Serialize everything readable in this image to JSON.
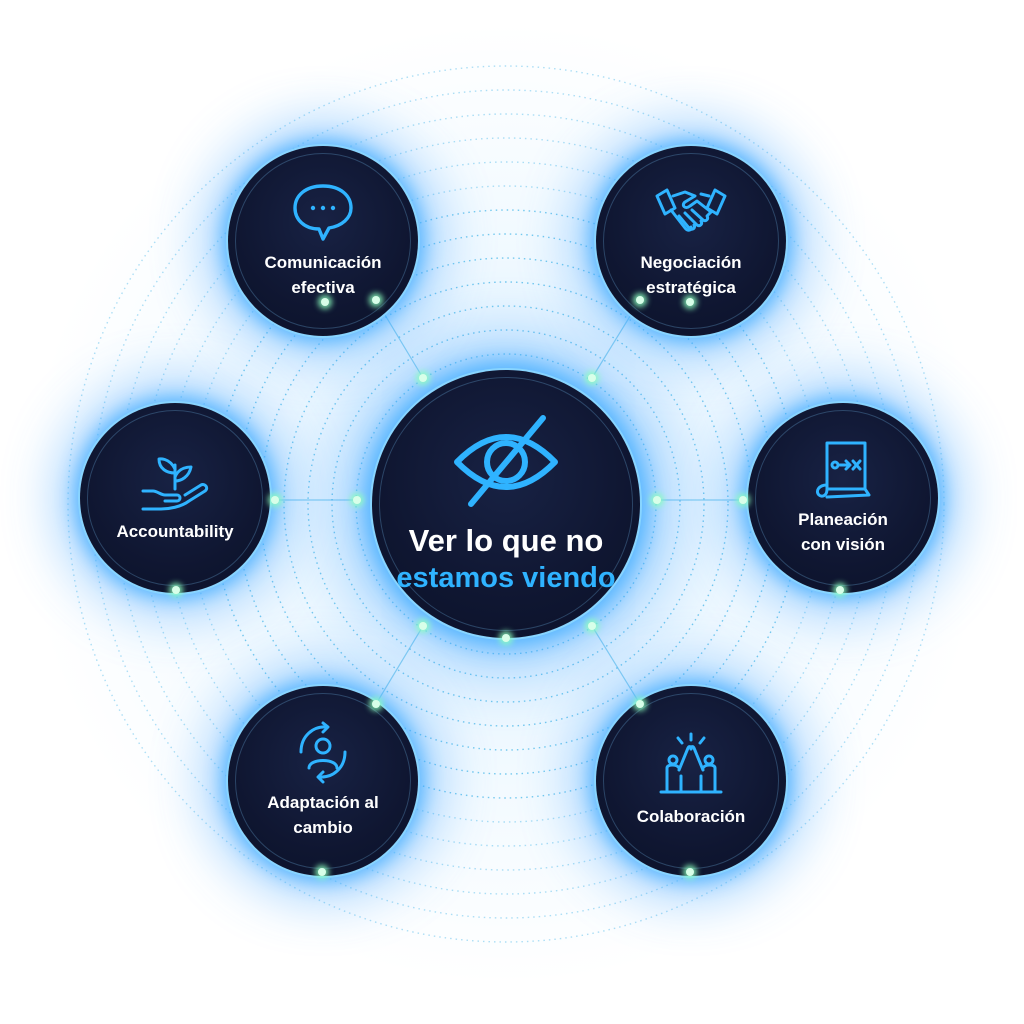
{
  "colors": {
    "accent": "#2fb3ff",
    "node_fill": "#0f1631",
    "glow": "#3ea8ff",
    "line": "#4bb8e8",
    "text": "#ffffff",
    "dot": "#c8ffe0"
  },
  "center": {
    "icon": "eye-crossed-icon",
    "title_line_1": "Ver lo que no",
    "title_line_2": "estamos viendo"
  },
  "nodes": [
    {
      "id": "comunicacion",
      "icon": "chat-bubble-icon",
      "label": "Comunicación\nefectiva"
    },
    {
      "id": "negociacion",
      "icon": "handshake-icon",
      "label": "Negociación\nestratégica"
    },
    {
      "id": "accountability",
      "icon": "hand-plant-icon",
      "label": "Accountability"
    },
    {
      "id": "planeacion",
      "icon": "strategy-scroll-icon",
      "label": "Planeación\ncon visión"
    },
    {
      "id": "adaptacion",
      "icon": "person-cycle-icon",
      "label": "Adaptación al\ncambio"
    },
    {
      "id": "colaboracion",
      "icon": "high-five-icon",
      "label": "Colaboración"
    }
  ]
}
